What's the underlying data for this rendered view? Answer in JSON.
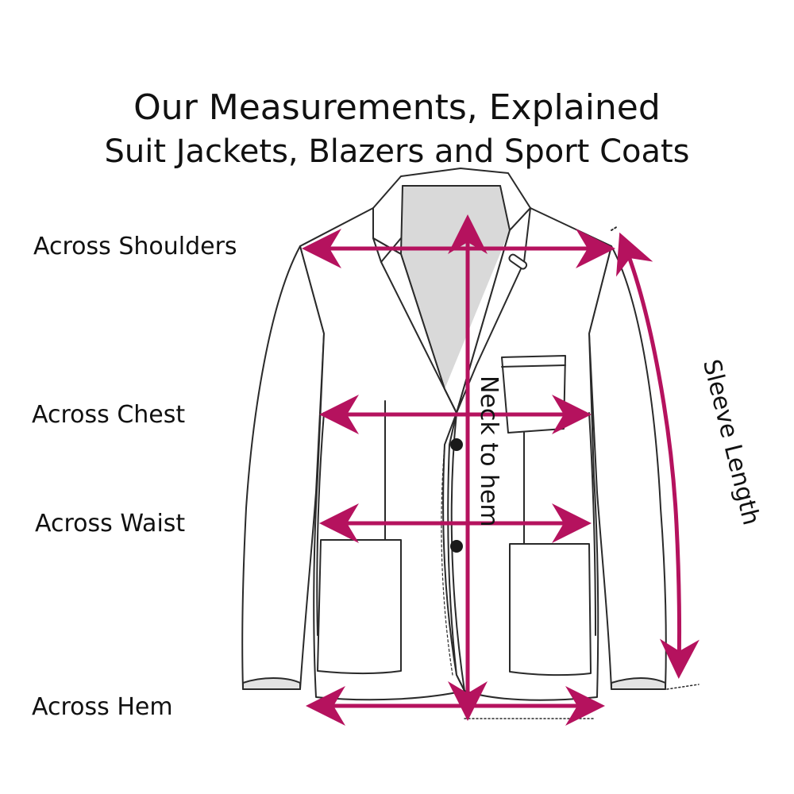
{
  "title": {
    "line1": "Our Measurements, Explained",
    "line2": "Suit Jackets, Blazers and Sport Coats"
  },
  "labels": {
    "shoulders": "Across  Shoulders",
    "chest": "Across  Chest",
    "waist": "Across  Waist",
    "hem": "Across  Hem",
    "neck_to_hem": "Neck to hem",
    "sleeve_length": "Sleeve  Length"
  },
  "colors": {
    "arrow": "#b5125e",
    "outline": "#2a2a2a",
    "lining": "#d9d9d9",
    "cuff": "#e3e3e3"
  },
  "icons": [
    "jacket-illustration",
    "button-icon",
    "arrow-icon"
  ]
}
